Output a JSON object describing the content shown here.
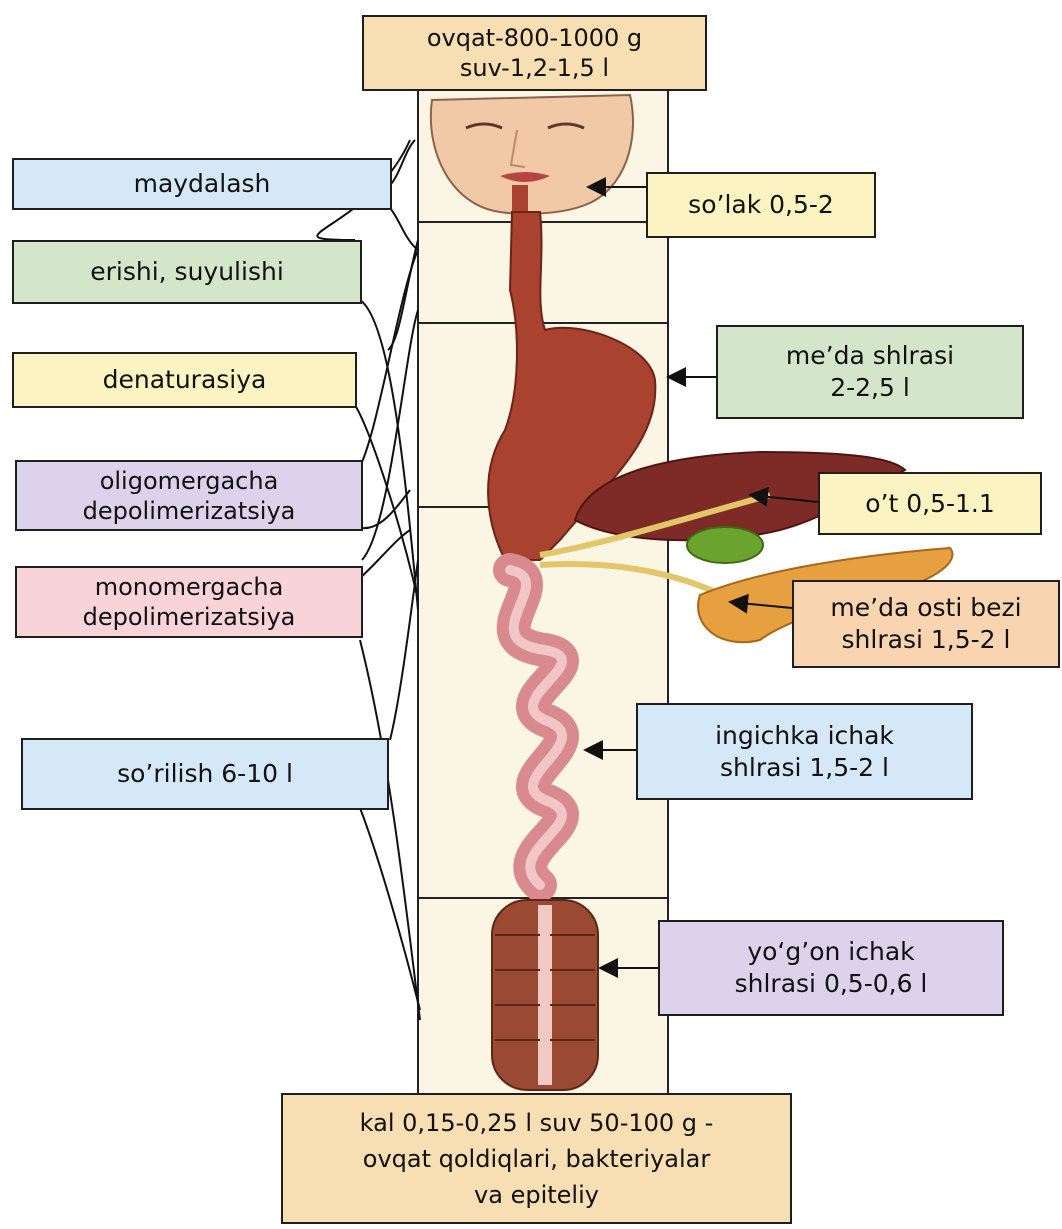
{
  "top_box": "ovqat-800-1000 g\nsuv-1,2-1,5 l",
  "bottom_box": "kal 0,15-0,25 l suv 50-100 g -\novqat qoldiqlari, bakteriyalar\nva epiteliy",
  "left_labels": [
    "maydalash",
    "erishi, suyulishi",
    "denaturasiya",
    "oligomergacha\ndepolimerizatsiya",
    "monomergacha\ndepolimerizatsiya",
    "so’rilish 6-10 l"
  ],
  "right_labels": [
    "so’lak 0,5-2",
    "me’da shlrasi\n2-2,5 l",
    "o’t 0,5-1.1",
    "me’da osti bezi\nshlrasi 1,5-2 l",
    "ingichka ichak\nshlrasi 1,5-2 l",
    "yo‘g’on ichak\nshlrasi 0,5-0,6 l"
  ],
  "colors": {
    "peach": "#f7dfb3",
    "yellow": "#fbf4c2",
    "blue": "#d5e8f7",
    "green": "#d4e6c9",
    "purple": "#dcd2eb",
    "pink": "#f8d4d8",
    "orange": "#f8d5b0",
    "column": "#fbf5e4",
    "organ_red": "#a9432f",
    "intestine_pink": "#d88a8e",
    "colon": "#9a4a32",
    "liver": "#7e2a26",
    "gallbladder": "#6aa32e",
    "pancreas": "#e7a040"
  }
}
